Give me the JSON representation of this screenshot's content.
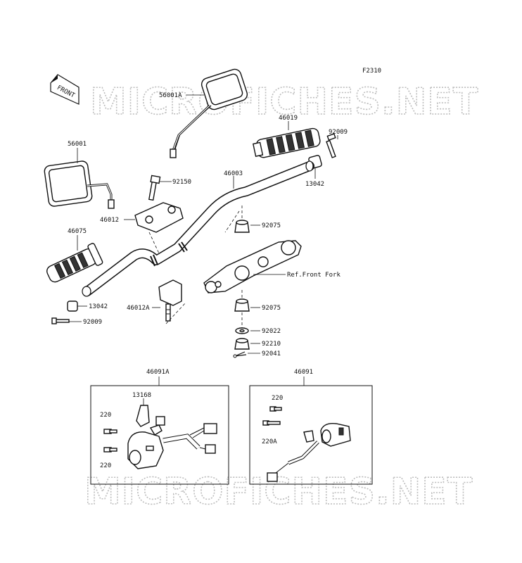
{
  "diagram_code": "F2310",
  "watermark": "MICROFICHES.NET",
  "front_badge": "FRONT",
  "parts": {
    "p56001A": "56001A",
    "p46019": "46019",
    "p92009_top": "92009",
    "p56001": "56001",
    "p46003": "46003",
    "p13042_top": "13042",
    "p92150": "92150",
    "p46012": "46012",
    "p92075_top": "92075",
    "p46075": "46075",
    "ref_front_fork": "Ref.Front Fork",
    "p13042_low": "13042",
    "p92009_low": "92009",
    "p46012A": "46012A",
    "p92075_low": "92075",
    "p92022": "92022",
    "p92210": "92210",
    "p92041": "92041"
  },
  "left_switch": {
    "title": "46091A",
    "p13168": "13168",
    "p220_a": "220",
    "p220_b": "220"
  },
  "right_switch": {
    "title": "46091",
    "p220": "220",
    "p220A": "220A"
  }
}
